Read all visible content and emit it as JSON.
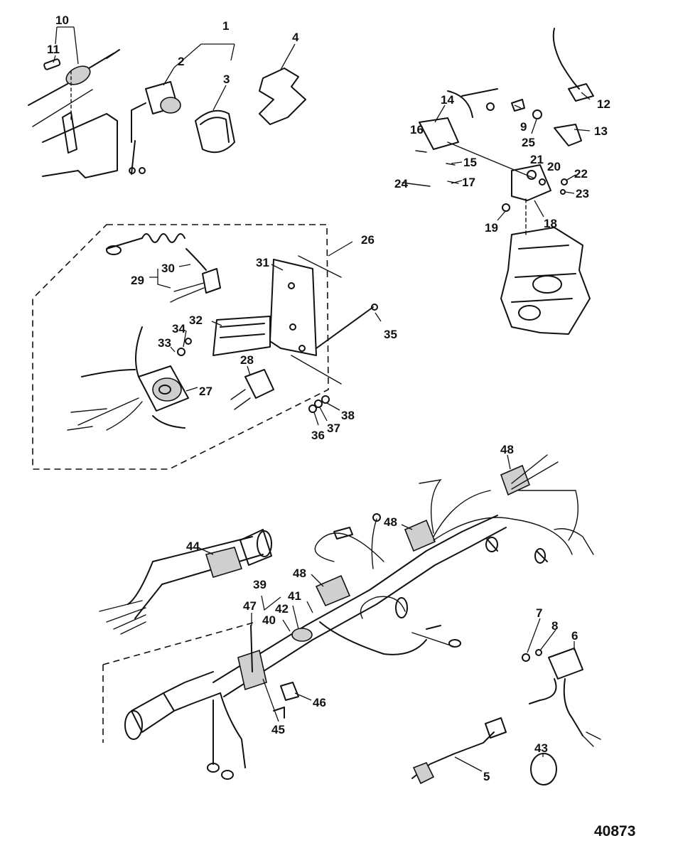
{
  "figure_number": "40873",
  "callouts": [
    "1",
    "2",
    "3",
    "4",
    "5",
    "6",
    "7",
    "8",
    "9",
    "10",
    "11",
    "12",
    "13",
    "14",
    "15",
    "16",
    "17",
    "18",
    "19",
    "20",
    "21",
    "22",
    "23",
    "24",
    "25",
    "26",
    "27",
    "28",
    "29",
    "30",
    "31",
    "32",
    "33",
    "34",
    "35",
    "36",
    "37",
    "38",
    "39",
    "40",
    "41",
    "42",
    "43",
    "44",
    "45",
    "46",
    "47",
    "48"
  ]
}
